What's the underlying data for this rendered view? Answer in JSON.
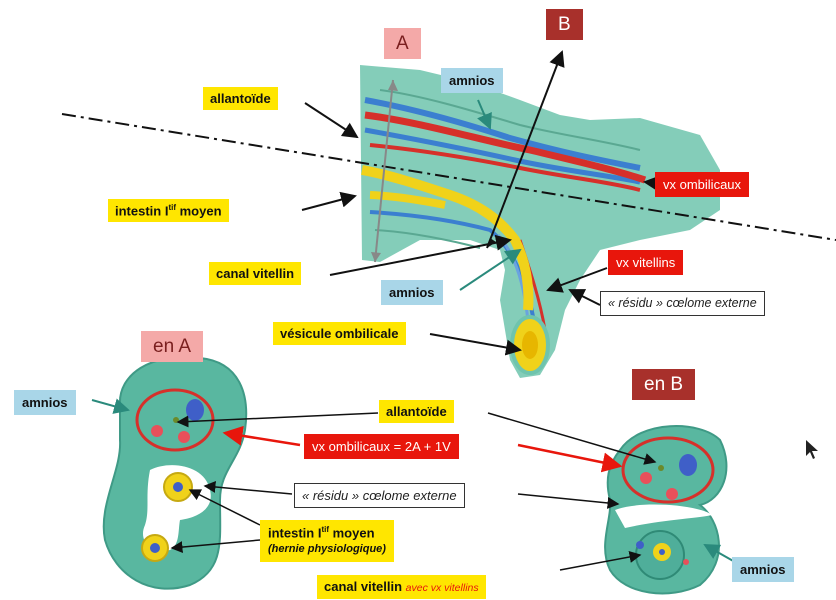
{
  "tags": {
    "A": "A",
    "B": "B",
    "enA": "en A",
    "enB": "en B"
  },
  "labels": {
    "allantoide": "allantoïde",
    "amnios_top": "amnios",
    "intestin_top_pre": "intestin I",
    "intestin_sup": "tif",
    "intestin_top_post": " moyen",
    "canal_vitellin": "canal vitellin",
    "amnios_mid": "amnios",
    "vesicule": "vésicule ombilicale",
    "vx_ombilicaux": "vx ombilicaux",
    "vx_vitellins": "vx vitellins",
    "residu_top": "« résidu » cœlome externe",
    "amnios_left": "amnios",
    "allantoide_mid": "allantoïde",
    "vx_formula": "vx ombilicaux = 2A + 1V",
    "residu_mid": "« résidu » cœlome externe",
    "intestin_bot_pre": "intestin I",
    "intestin_bot_sup": "tif",
    "intestin_bot_post": " moyen",
    "hernie": "(hernie physiologique)",
    "canal_vitellin_bot": "canal vitellin",
    "avec_vx": "avec vx vitellins",
    "amnios_right": "amnios"
  },
  "colors": {
    "yellow": "#ffe600",
    "blue": "#a9d6e8",
    "red": "#e8160c",
    "teal": "#4fae9a",
    "darkred": "#a8302b",
    "pink": "#f4a9a8"
  }
}
